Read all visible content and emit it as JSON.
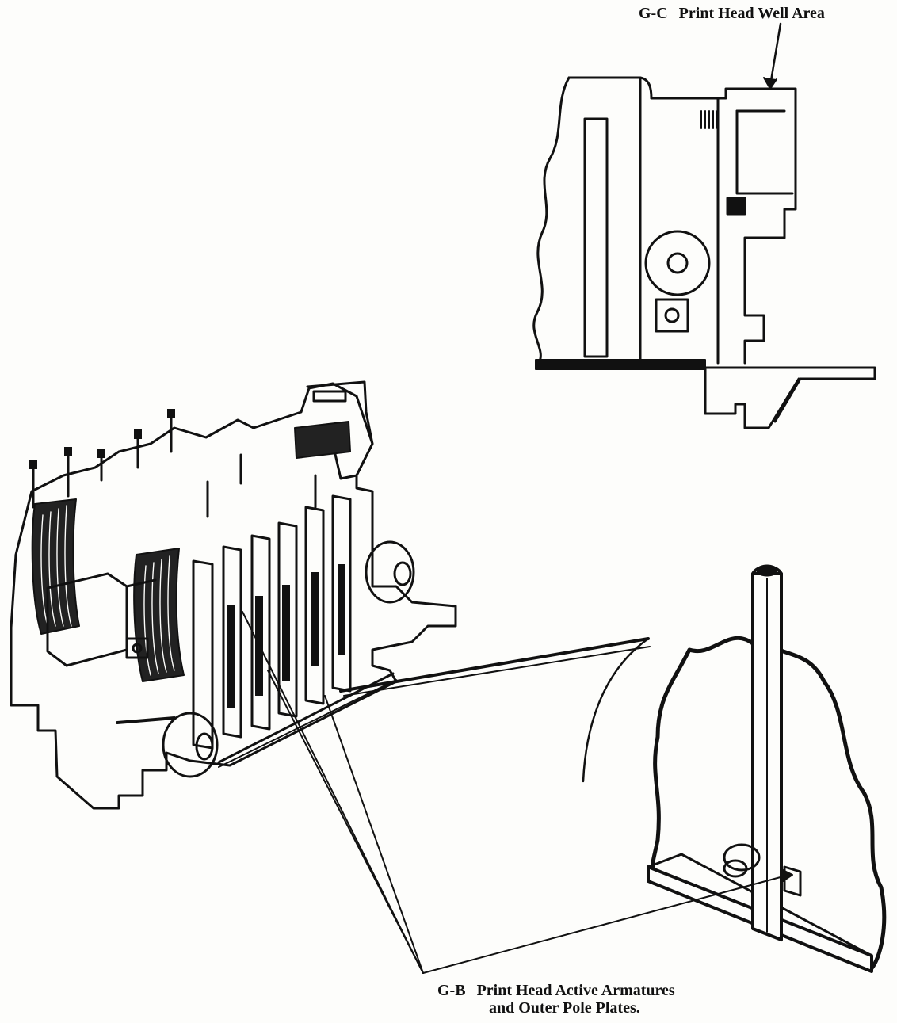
{
  "callouts": {
    "gc": {
      "code": "G-C",
      "text": "Print Head Well Area"
    },
    "gb": {
      "code": "G-B",
      "line1": "Print Head Active Armatures",
      "line2": "and Outer Pole Plates."
    }
  },
  "colors": {
    "ink": "#111111",
    "paper": "#fdfdfb"
  }
}
